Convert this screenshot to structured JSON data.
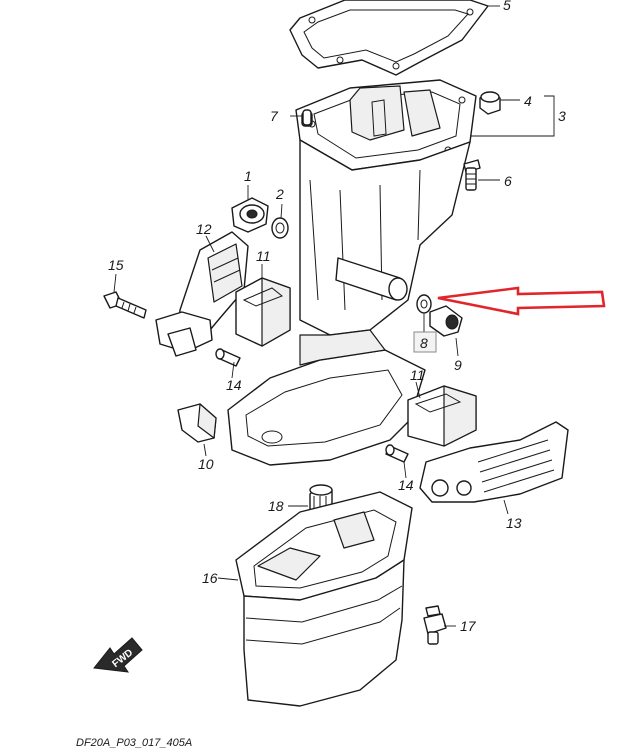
{
  "diagram": {
    "code": "DF20A_P03_017_405A",
    "fwd_label": "FWD",
    "highlight_color": "#e0262a",
    "callouts": {
      "c1": "1",
      "c2": "2",
      "c3": "3",
      "c4": "4",
      "c5": "5",
      "c6": "6",
      "c7": "7",
      "c8": "8",
      "c9": "9",
      "c10": "10",
      "c11a": "11",
      "c11b": "11",
      "c12": "12",
      "c13": "13",
      "c14a": "14",
      "c14b": "14",
      "c15": "15",
      "c16": "16",
      "c17": "17",
      "c18": "18"
    }
  }
}
